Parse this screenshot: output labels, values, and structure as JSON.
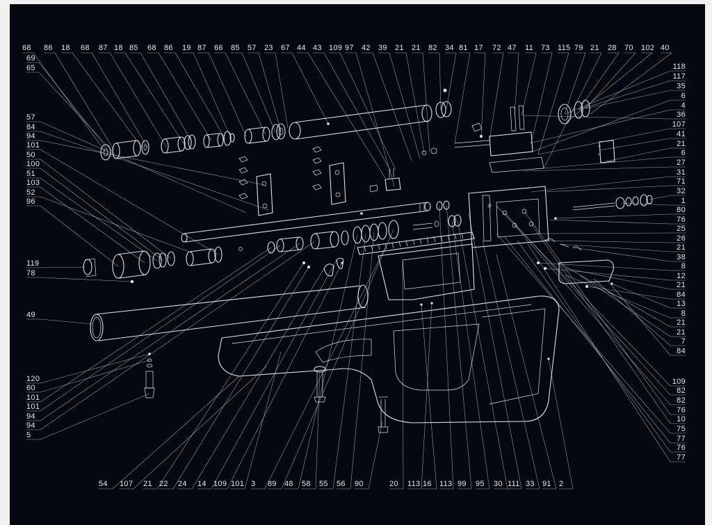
{
  "callouts": {
    "top": [
      "68",
      "86",
      "18",
      "68",
      "87",
      "18",
      "85",
      "68",
      "86",
      "19",
      "87",
      "66",
      "85",
      "57",
      "23",
      "67",
      "44",
      "43",
      "109",
      "97",
      "42",
      "39",
      "21",
      "21",
      "82",
      "34",
      "81",
      "17",
      "72",
      "47",
      "11",
      "73",
      "115",
      "79",
      "21",
      "28",
      "70",
      "102",
      "40"
    ],
    "top_left_stack": [
      "69",
      "65"
    ],
    "left_upper": [
      "57",
      "84",
      "94",
      "101",
      "50",
      "100",
      "51",
      "103",
      "52",
      "96"
    ],
    "left_mid": [
      "119",
      "78"
    ],
    "left_49": [
      "49"
    ],
    "left_lower": [
      "120",
      "60",
      "101",
      "101",
      "94",
      "94",
      "5"
    ],
    "bottom_left": [
      "54",
      "107",
      "21",
      "22",
      "24",
      "14",
      "109",
      "101",
      "3",
      "89",
      "48",
      "58",
      "55",
      "56",
      "90"
    ],
    "bottom_right": [
      "20",
      "113",
      "16",
      "113",
      "99",
      "95",
      "30",
      "111",
      "33",
      "91",
      "2"
    ],
    "right_upper": [
      "118",
      "117",
      "35",
      "6",
      "4",
      "36",
      "107",
      "41",
      "21",
      "6",
      "27",
      "31",
      "71",
      "32",
      "1",
      "80",
      "76",
      "25",
      "26",
      "21",
      "38",
      "8",
      "12",
      "21",
      "84",
      "13",
      "8",
      "21",
      "21",
      "7",
      "84"
    ],
    "right_lower": [
      "109",
      "82",
      "82",
      "76",
      "10",
      "75",
      "77",
      "76",
      "77"
    ]
  },
  "colors": {
    "background": "#05080f",
    "line": "#dfe2e6",
    "label": "#e8e8e8",
    "frame": "#f0f0f0"
  }
}
